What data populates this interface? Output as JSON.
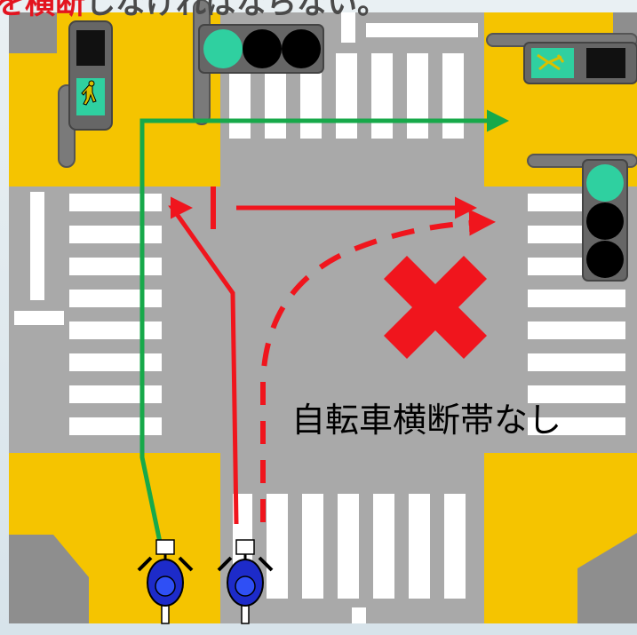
{
  "heading": {
    "emphasis": "を横断",
    "rest": "しなければならない。"
  },
  "label": {
    "no_crossing_zone": "自転車横断帯なし"
  },
  "colors": {
    "road": "#a9a9a9",
    "corner": "#f5c400",
    "sidewalk_gray": "#8e8e8e",
    "crossing": "#ffffff",
    "allowed_path": "#17a94a",
    "forbidden_path": "#f0151d",
    "signal_green": "#2fd0a0"
  },
  "icons": [
    "pedestrian-signal-icon",
    "vehicle-signal-icon",
    "bicycle-pedestrian-signal-icon",
    "cross-mark-icon",
    "cyclist-icon"
  ]
}
